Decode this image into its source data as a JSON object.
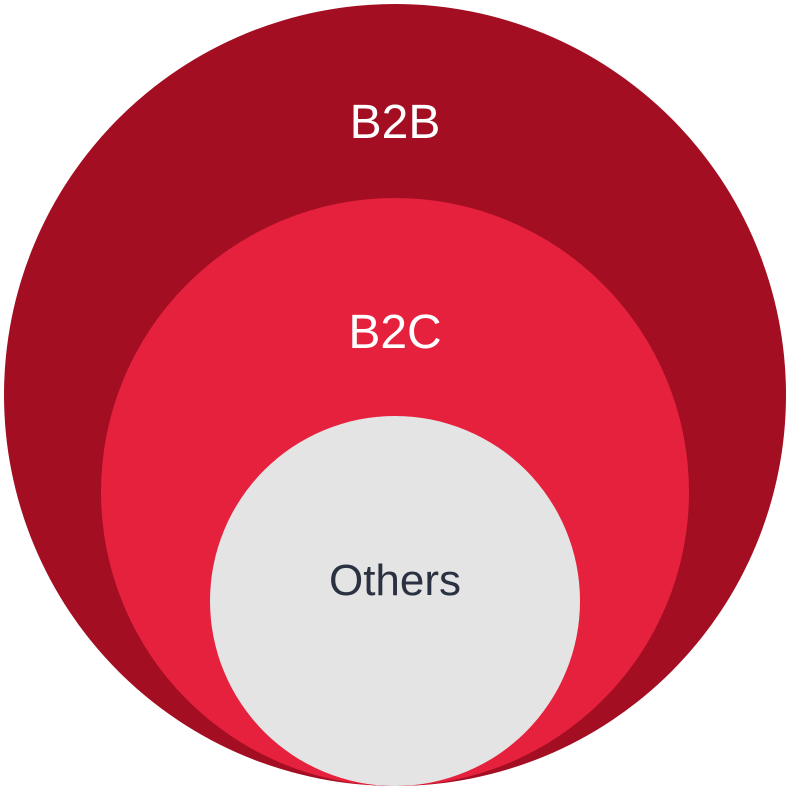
{
  "diagram": {
    "type": "nested-circles",
    "circles": [
      {
        "label": "B2B",
        "fill": "#A30E22",
        "text_color": "#FFFFFF"
      },
      {
        "label": "B2C",
        "fill": "#E6213D",
        "text_color": "#FFFFFF"
      },
      {
        "label": "Others",
        "fill": "#E4E4E4",
        "text_color": "#2A3140"
      }
    ]
  }
}
